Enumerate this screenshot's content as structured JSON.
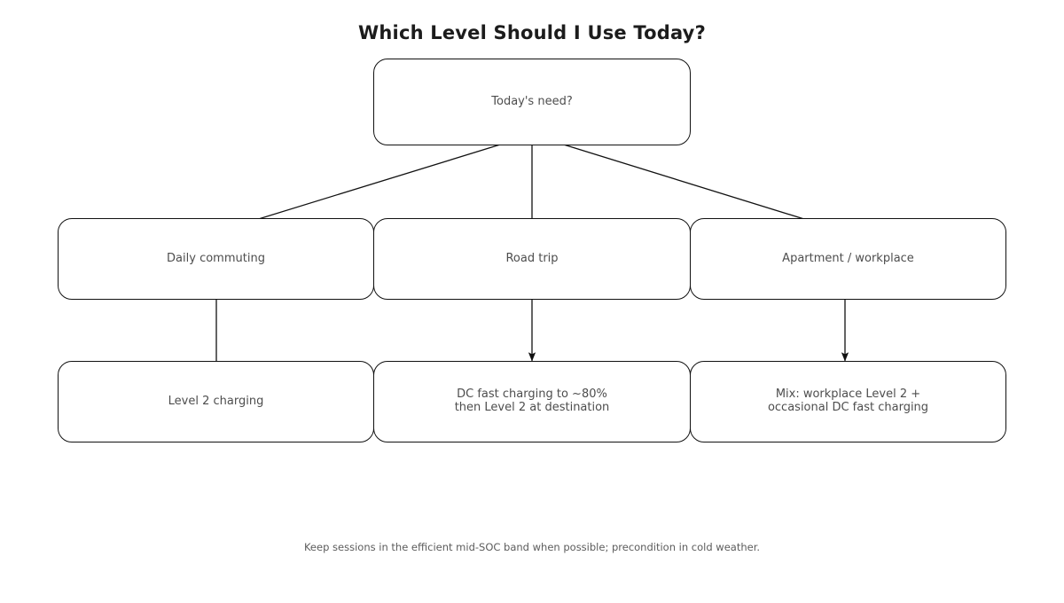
{
  "title": "Which Level Should I Use Today?",
  "caption": "Keep sessions in the efficient mid-SOC band when possible; precondition in cold weather.",
  "colors": {
    "background": "#ffffff",
    "node_border": "#111111",
    "node_fill": "#ffffff",
    "node_text": "#4d4d4d",
    "title_text": "#1c1c1c",
    "caption_text": "#5c5c5c",
    "connector": "#111111"
  },
  "chart_data": {
    "type": "diagram",
    "diagram_kind": "decision-flowchart",
    "title": "Which Level Should I Use Today?",
    "caption": "Keep sessions in the efficient mid-SOC band when possible; precondition in cold weather.",
    "nodes": [
      {
        "id": "root",
        "label": "Today's need?",
        "level": 0
      },
      {
        "id": "commute",
        "label": "Daily commuting",
        "level": 1
      },
      {
        "id": "roadtrip",
        "label": "Road trip",
        "level": 1
      },
      {
        "id": "apt",
        "label": "Apartment / workplace",
        "level": 1
      },
      {
        "id": "ans1",
        "label": "Level 2 charging",
        "level": 2
      },
      {
        "id": "ans2",
        "label": "DC fast charging to ~80%\nthen Level 2 at destination",
        "level": 2
      },
      {
        "id": "ans3",
        "label": "Mix: workplace Level 2 +\noccasional DC fast charging",
        "level": 2
      }
    ],
    "edges": [
      {
        "from": "root",
        "to": "commute"
      },
      {
        "from": "root",
        "to": "roadtrip"
      },
      {
        "from": "root",
        "to": "apt"
      },
      {
        "from": "commute",
        "to": "ans1"
      },
      {
        "from": "roadtrip",
        "to": "ans2"
      },
      {
        "from": "apt",
        "to": "ans3"
      }
    ]
  },
  "nodes": {
    "root": "Today's need?",
    "branch_1": "Daily commuting",
    "branch_2": "Road trip",
    "branch_3": "Apartment / workplace",
    "outcome_1": "Level 2 charging",
    "outcome_2": "DC fast charging to ~80%\nthen Level 2 at destination",
    "outcome_3": "Mix: workplace Level 2 +\noccasional DC fast charging"
  }
}
